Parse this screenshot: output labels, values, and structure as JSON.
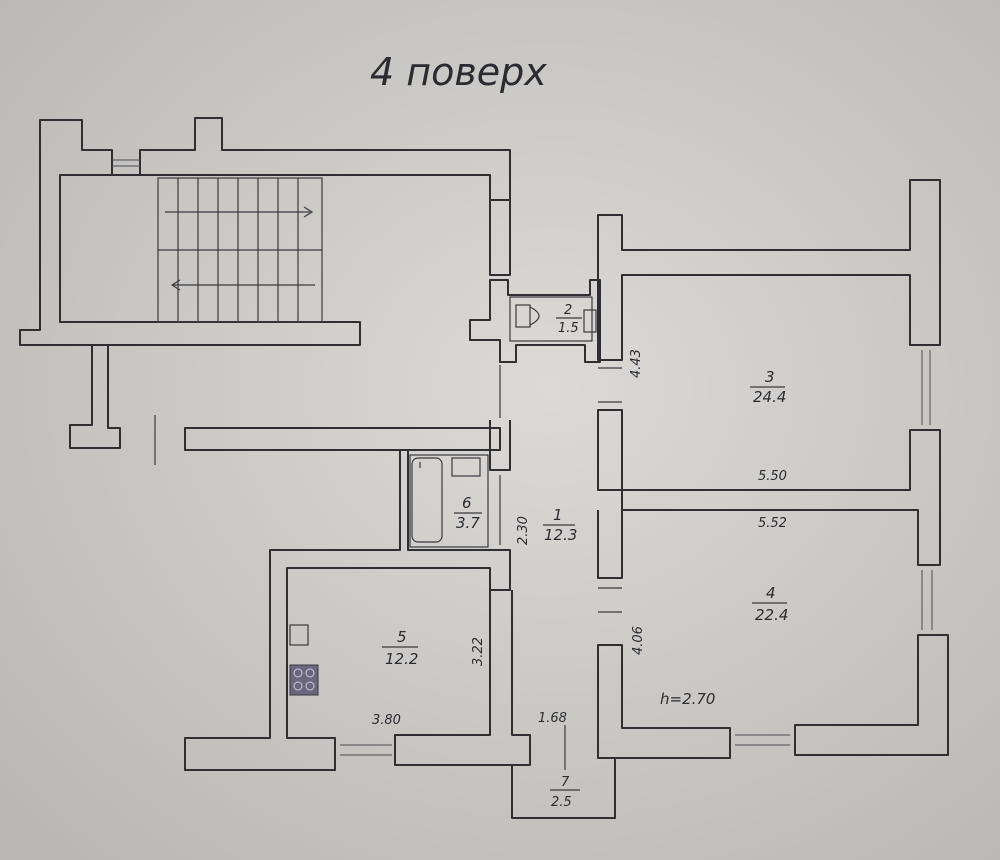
{
  "plan": {
    "title": "4 поверх",
    "height_note": "h=2.70"
  },
  "rooms": [
    {
      "number": "1",
      "area": "12.3"
    },
    {
      "number": "2",
      "area": "1.5"
    },
    {
      "number": "3",
      "area": "24.4"
    },
    {
      "number": "4",
      "area": "22.4"
    },
    {
      "number": "5",
      "area": "12.2"
    },
    {
      "number": "6",
      "area": "3.7"
    },
    {
      "number": "7",
      "area": "2.5"
    }
  ],
  "dimensions": {
    "room3_width": "5.50",
    "room4_width": "5.52",
    "room3_depth": "4.43",
    "room4_depth": "4.06",
    "room5_width": "3.80",
    "room5_depth": "3.22",
    "corridor_width": "1.68",
    "corridor_depth": "2.30"
  },
  "colors": {
    "paper": "#cfcdc9",
    "ink": "#2e2e33",
    "stove": "#6a6680"
  }
}
